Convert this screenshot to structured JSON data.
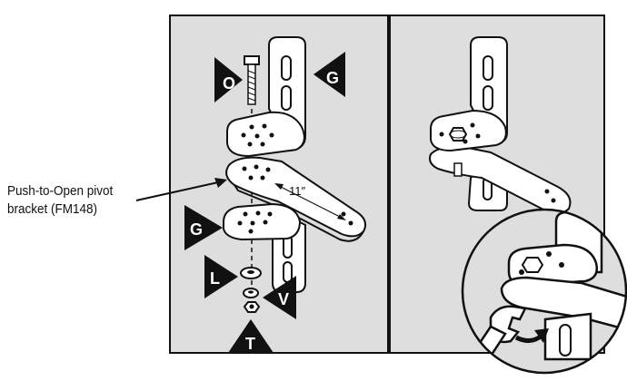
{
  "callout": {
    "line1": "Push-to-Open pivot",
    "line2": "bracket (FM148)"
  },
  "dimension": "11″",
  "labels": {
    "O": "O",
    "G_top": "G",
    "G_lower": "G",
    "L": "L",
    "V": "V",
    "T": "T"
  },
  "colors": {
    "panel_bg": "#dedede",
    "ink": "#111111",
    "metal": "#ffffff",
    "shadow": "#9a9a9a"
  }
}
